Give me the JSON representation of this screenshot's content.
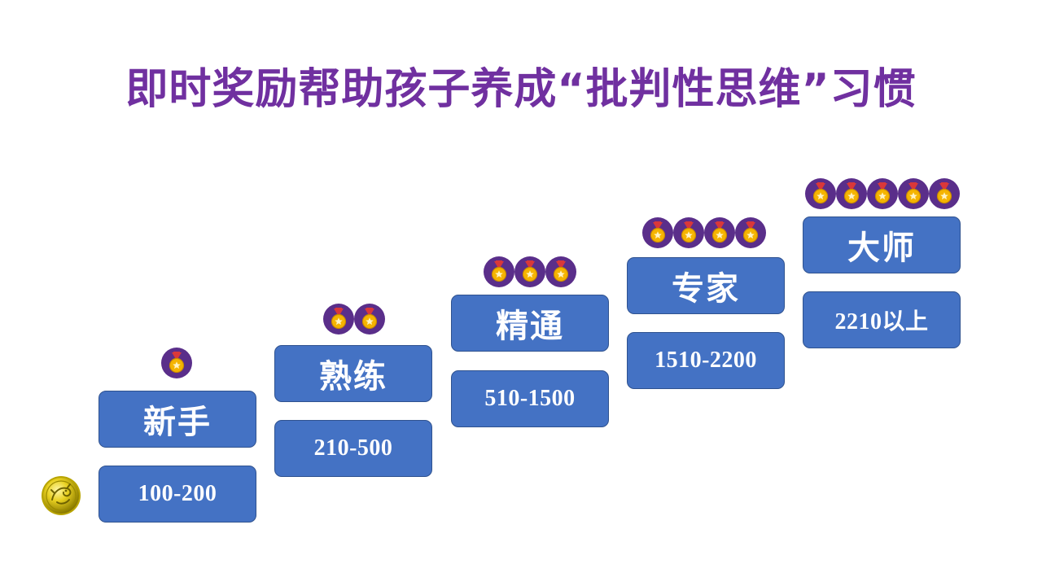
{
  "title": "即时奖励帮助孩子养成“批判性思维”习惯",
  "colors": {
    "title": "#7030a0",
    "box": "#4472c4",
    "box_border": "#2f528f",
    "medal_disc": "#5a2e8a",
    "medal_gold": "#f5b400",
    "ribbon": "#d9383a"
  },
  "levels": [
    {
      "name": "新手",
      "range": "100-200",
      "medals": 1
    },
    {
      "name": "熟练",
      "range": "210-500",
      "medals": 2
    },
    {
      "name": "精通",
      "range": "510-1500",
      "medals": 3
    },
    {
      "name": "专家",
      "range": "1510-2200",
      "medals": 4
    },
    {
      "name": "大师",
      "range": "2210以上",
      "medals": 5
    }
  ],
  "icons": {
    "medal": "medal-icon",
    "coin": "dragon-coin-icon"
  }
}
